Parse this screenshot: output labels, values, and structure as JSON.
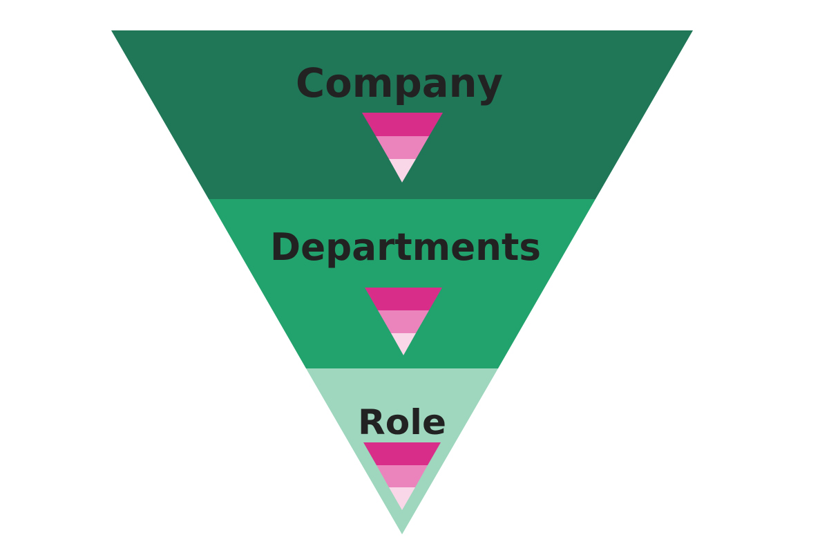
{
  "colors": {
    "background": "#ffffff",
    "label_text": "#222222",
    "stripe_dark": "#d92d8a",
    "stripe_mid": "#eb84bc",
    "stripe_light": "#f9d6e8"
  },
  "tiers": [
    {
      "label": "Company",
      "color": "#207758"
    },
    {
      "label": "Departments",
      "color": "#22a36d"
    },
    {
      "label": "Role",
      "color": "#9ed7bd"
    }
  ]
}
